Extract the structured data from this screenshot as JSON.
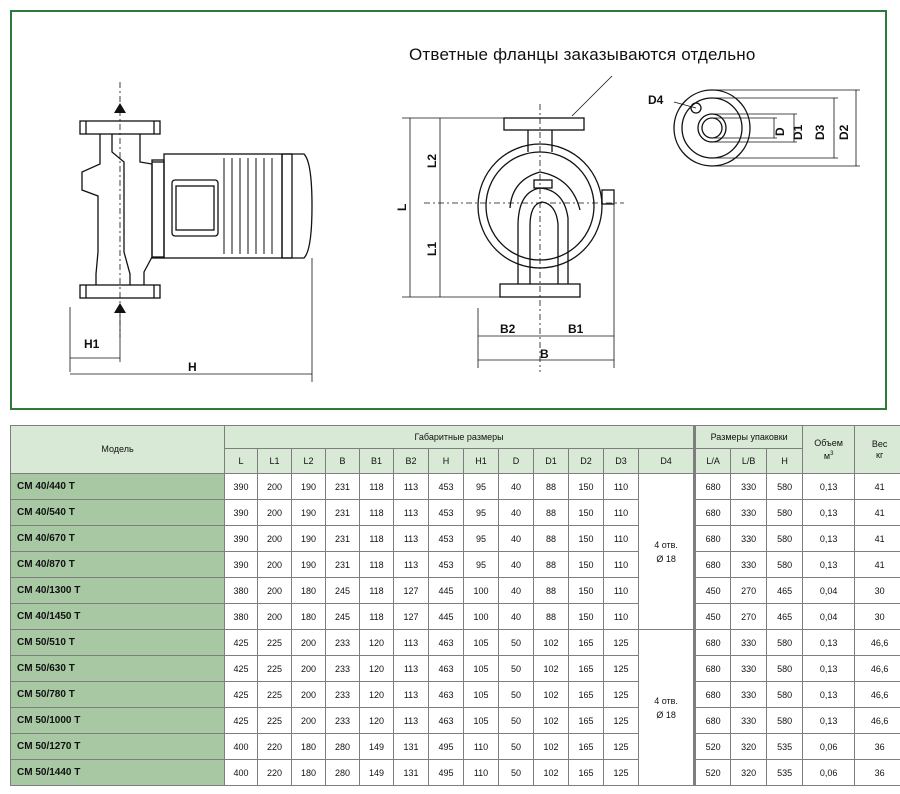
{
  "drawing": {
    "caption": "Ответные фланцы заказываются отдельно",
    "labels": {
      "h1": "H1",
      "h": "H",
      "l": "L",
      "l1": "L1",
      "l2": "L2",
      "b": "B",
      "b1": "B1",
      "b2": "B2",
      "d": "D",
      "d1": "D1",
      "d2": "D2",
      "d3": "D3",
      "d4": "D4"
    }
  },
  "table": {
    "model_header": "Модель",
    "dims_header": "Габаритные размеры",
    "pack_header": "Размеры упаковки",
    "volume_header": "Объем",
    "volume_unit": "м",
    "volume_sup": "3",
    "weight_header": "Вес",
    "weight_unit": "кг",
    "dim_cols": [
      "L",
      "L1",
      "L2",
      "B",
      "B1",
      "B2",
      "H",
      "H1",
      "D",
      "D1",
      "D2",
      "D3",
      "D4"
    ],
    "pack_cols": [
      "L/A",
      "L/B",
      "H"
    ],
    "d4_group1": [
      "4 отв.",
      "Ø 18"
    ],
    "d4_group2": [
      "4 отв.",
      "Ø 18"
    ],
    "rows": [
      {
        "model": "CM 40/440 T",
        "dims": [
          "390",
          "200",
          "190",
          "231",
          "118",
          "113",
          "453",
          "95",
          "40",
          "88",
          "150",
          "110"
        ],
        "pack": [
          "680",
          "330",
          "580"
        ],
        "vol": "0,13",
        "w": "41"
      },
      {
        "model": "CM 40/540 T",
        "dims": [
          "390",
          "200",
          "190",
          "231",
          "118",
          "113",
          "453",
          "95",
          "40",
          "88",
          "150",
          "110"
        ],
        "pack": [
          "680",
          "330",
          "580"
        ],
        "vol": "0,13",
        "w": "41"
      },
      {
        "model": "CM 40/670 T",
        "dims": [
          "390",
          "200",
          "190",
          "231",
          "118",
          "113",
          "453",
          "95",
          "40",
          "88",
          "150",
          "110"
        ],
        "pack": [
          "680",
          "330",
          "580"
        ],
        "vol": "0,13",
        "w": "41"
      },
      {
        "model": "CM 40/870 T",
        "dims": [
          "390",
          "200",
          "190",
          "231",
          "118",
          "113",
          "453",
          "95",
          "40",
          "88",
          "150",
          "110"
        ],
        "pack": [
          "680",
          "330",
          "580"
        ],
        "vol": "0,13",
        "w": "41"
      },
      {
        "model": "CM 40/1300 T",
        "dims": [
          "380",
          "200",
          "180",
          "245",
          "118",
          "127",
          "445",
          "100",
          "40",
          "88",
          "150",
          "110"
        ],
        "pack": [
          "450",
          "270",
          "465"
        ],
        "vol": "0,04",
        "w": "30"
      },
      {
        "model": "CM 40/1450 T",
        "dims": [
          "380",
          "200",
          "180",
          "245",
          "118",
          "127",
          "445",
          "100",
          "40",
          "88",
          "150",
          "110"
        ],
        "pack": [
          "450",
          "270",
          "465"
        ],
        "vol": "0,04",
        "w": "30"
      },
      {
        "model": "CM 50/510 T",
        "dims": [
          "425",
          "225",
          "200",
          "233",
          "120",
          "113",
          "463",
          "105",
          "50",
          "102",
          "165",
          "125"
        ],
        "pack": [
          "680",
          "330",
          "580"
        ],
        "vol": "0,13",
        "w": "46,6"
      },
      {
        "model": "CM 50/630 T",
        "dims": [
          "425",
          "225",
          "200",
          "233",
          "120",
          "113",
          "463",
          "105",
          "50",
          "102",
          "165",
          "125"
        ],
        "pack": [
          "680",
          "330",
          "580"
        ],
        "vol": "0,13",
        "w": "46,6"
      },
      {
        "model": "CM 50/780 T",
        "dims": [
          "425",
          "225",
          "200",
          "233",
          "120",
          "113",
          "463",
          "105",
          "50",
          "102",
          "165",
          "125"
        ],
        "pack": [
          "680",
          "330",
          "580"
        ],
        "vol": "0,13",
        "w": "46,6"
      },
      {
        "model": "CM 50/1000 T",
        "dims": [
          "425",
          "225",
          "200",
          "233",
          "120",
          "113",
          "463",
          "105",
          "50",
          "102",
          "165",
          "125"
        ],
        "pack": [
          "680",
          "330",
          "580"
        ],
        "vol": "0,13",
        "w": "46,6"
      },
      {
        "model": "CM 50/1270 T",
        "dims": [
          "400",
          "220",
          "180",
          "280",
          "149",
          "131",
          "495",
          "110",
          "50",
          "102",
          "165",
          "125"
        ],
        "pack": [
          "520",
          "320",
          "535"
        ],
        "vol": "0,06",
        "w": "36"
      },
      {
        "model": "CM 50/1440 T",
        "dims": [
          "400",
          "220",
          "180",
          "280",
          "149",
          "131",
          "495",
          "110",
          "50",
          "102",
          "165",
          "125"
        ],
        "pack": [
          "520",
          "320",
          "535"
        ],
        "vol": "0,06",
        "w": "36"
      }
    ]
  },
  "colors": {
    "frame_border": "#2e7a3a",
    "header_bg": "#d8ead5",
    "model_bg": "#a8c8a4"
  }
}
